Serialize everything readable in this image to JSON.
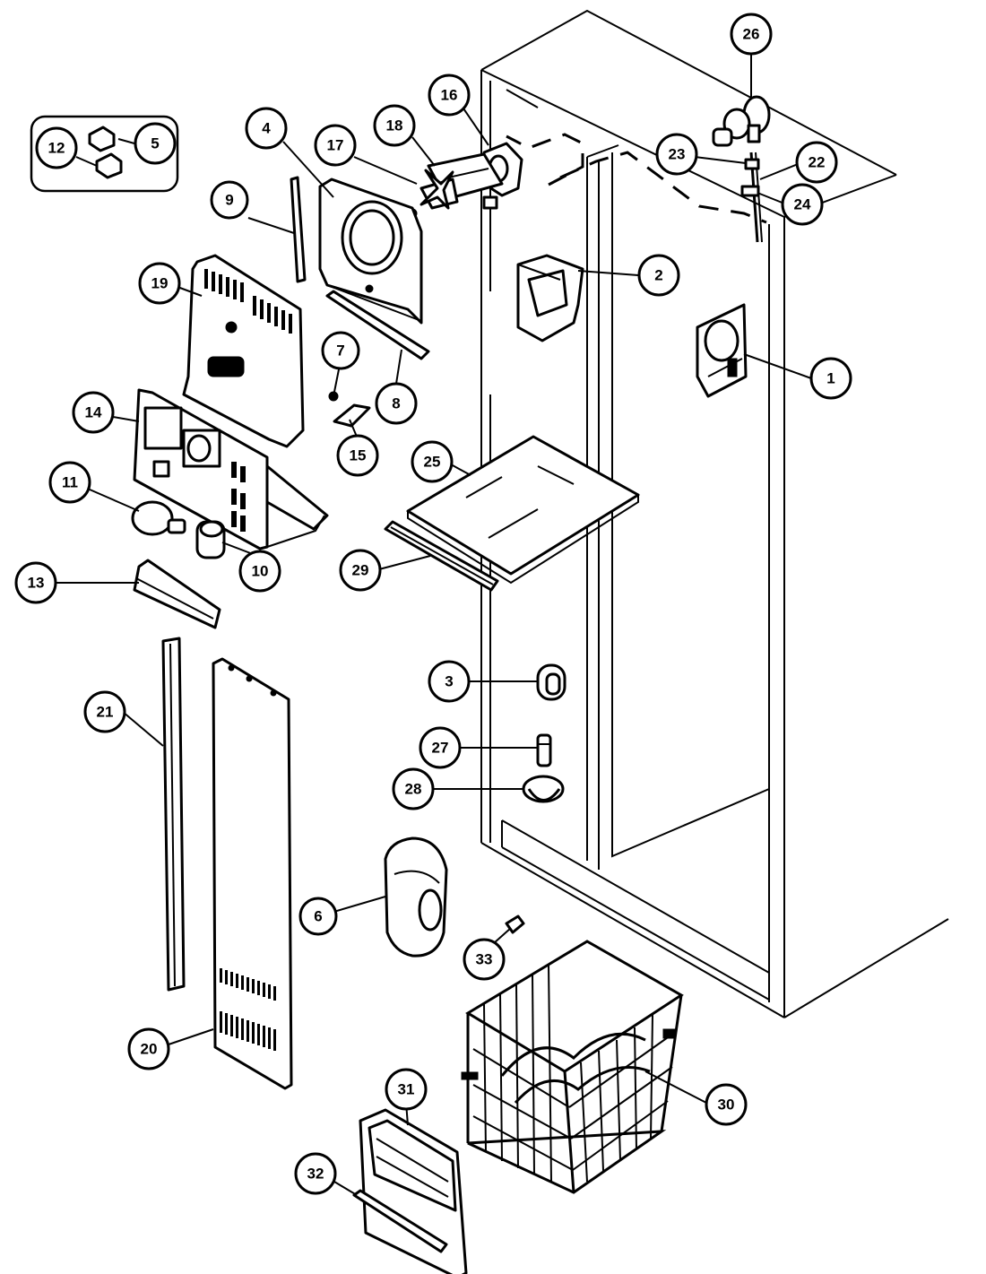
{
  "callouts": [
    {
      "label": "1"
    },
    {
      "label": "2"
    },
    {
      "label": "3"
    },
    {
      "label": "4"
    },
    {
      "label": "5"
    },
    {
      "label": "6"
    },
    {
      "label": "7"
    },
    {
      "label": "8"
    },
    {
      "label": "9"
    },
    {
      "label": "10"
    },
    {
      "label": "11"
    },
    {
      "label": "12"
    },
    {
      "label": "13"
    },
    {
      "label": "14"
    },
    {
      "label": "15"
    },
    {
      "label": "16"
    },
    {
      "label": "17"
    },
    {
      "label": "18"
    },
    {
      "label": "19"
    },
    {
      "label": "20"
    },
    {
      "label": "21"
    },
    {
      "label": "22"
    },
    {
      "label": "23"
    },
    {
      "label": "24"
    },
    {
      "label": "25"
    },
    {
      "label": "26"
    },
    {
      "label": "27"
    },
    {
      "label": "28"
    },
    {
      "label": "29"
    },
    {
      "label": "30"
    },
    {
      "label": "31"
    },
    {
      "label": "32"
    },
    {
      "label": "33"
    }
  ]
}
